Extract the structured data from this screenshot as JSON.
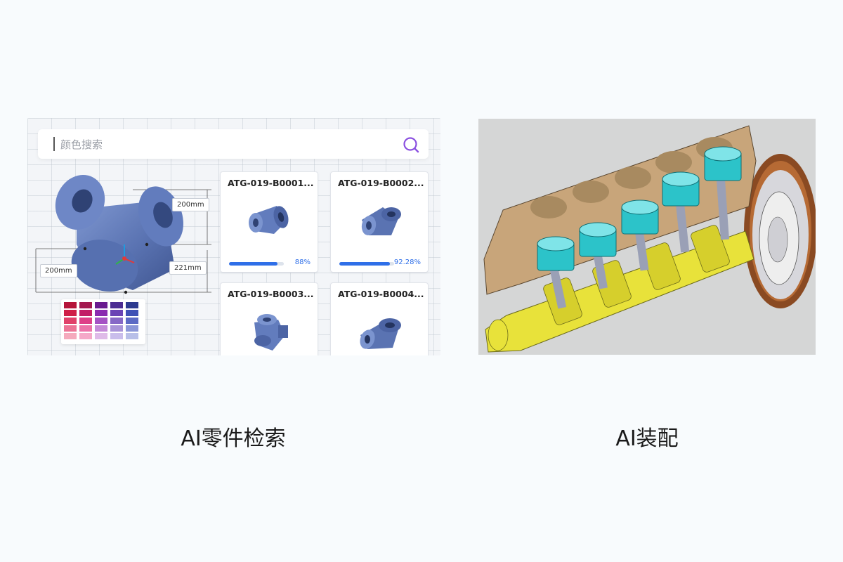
{
  "left_panel": {
    "search": {
      "placeholder": "颜色搜索",
      "value": ""
    },
    "dimensions": {
      "top_right": "200mm",
      "left": "200mm",
      "right": "221mm"
    },
    "swatches": [
      [
        "#b5143a",
        "#a3184f",
        "#6a1b8f",
        "#4b2c92",
        "#2d3a8f"
      ],
      [
        "#cf1f48",
        "#c21e67",
        "#8a2ab0",
        "#6a44b5",
        "#3f51b5"
      ],
      [
        "#e0416a",
        "#de3f88",
        "#a552c4",
        "#8668c6",
        "#5c6ac4"
      ],
      [
        "#ec7496",
        "#ec73a9",
        "#c48ad8",
        "#a994d8",
        "#8c97d8"
      ],
      [
        "#f5aabd",
        "#f5a8c8",
        "#dfbbe8",
        "#c9bdeb",
        "#b8bfe8"
      ]
    ],
    "results": [
      {
        "title": "ATG-019-B0001...",
        "match": 0.88,
        "match_label": "88%"
      },
      {
        "title": "ATG-019-B0002...",
        "match": 0.9228,
        "match_label": "92.28%"
      },
      {
        "title": "ATG-019-B0003...",
        "match": null,
        "match_label": null
      },
      {
        "title": "ATG-019-B0004...",
        "match": null,
        "match_label": null
      }
    ]
  },
  "captions": {
    "left": "AI零件检索",
    "right": "AI装配"
  },
  "colors": {
    "accent_blue": "#2f6fe8",
    "search_icon": "#8a4fe0",
    "part_blue": "#5f79b8",
    "piston_cyan": "#2cc3c9",
    "crankshaft_yellow": "#e8e23a",
    "block_tan": "#c8a57a"
  }
}
